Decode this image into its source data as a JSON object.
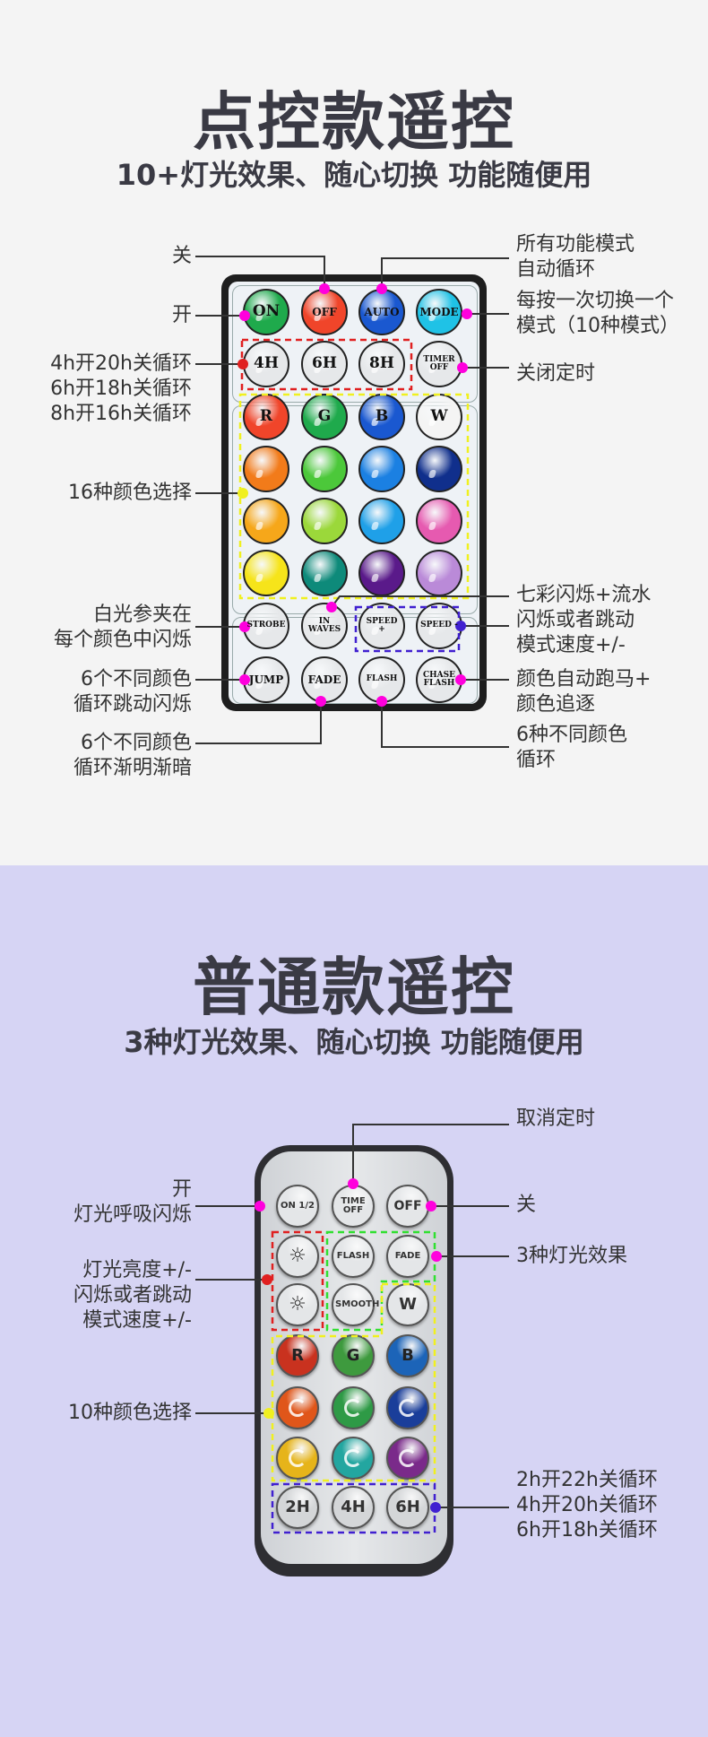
{
  "section1": {
    "title": "点控款遥控",
    "subtitle": "10+灯光效果、随心切换 功能随便用",
    "labels": {
      "off": "关",
      "on": "开",
      "timer_cycle": [
        "4h开20h关循环",
        "6h开18h关循环",
        "8h开16h关循环"
      ],
      "colors16": "16种颜色选择",
      "strobe": [
        "白光参夹在",
        "每个颜色中闪烁"
      ],
      "jump": [
        "6个不同颜色",
        "循环跳动闪烁"
      ],
      "fade": [
        "6个不同颜色",
        "循环渐明渐暗"
      ],
      "auto": [
        "所有功能模式",
        "自动循环"
      ],
      "mode": [
        "每按一次切换一个",
        "模式（10种模式）"
      ],
      "timer_off": "关闭定时",
      "waves_speed": [
        "七彩闪烁+流水",
        "闪烁或者跳动",
        "模式速度+/-"
      ],
      "chase": [
        "颜色自动跑马+",
        "颜色追逐"
      ],
      "flash": [
        "6种不同颜色",
        "循环"
      ]
    },
    "buttons": [
      {
        "label": "ON",
        "color": "#1faa4c"
      },
      {
        "label": "OFF",
        "color": "#f0452a"
      },
      {
        "label": "AUTO",
        "color": "#1a58d0"
      },
      {
        "label": "MODE",
        "color": "#1fc2e6"
      },
      {
        "label": "4H",
        "color": "#e6e8ea"
      },
      {
        "label": "6H",
        "color": "#e6e8ea"
      },
      {
        "label": "8H",
        "color": "#e6e8ea"
      },
      {
        "label": "TIMER OFF",
        "color": "#e6e8ea"
      },
      {
        "label": "R",
        "color": "#f0452a"
      },
      {
        "label": "G",
        "color": "#1faa4c"
      },
      {
        "label": "B",
        "color": "#1a58d0"
      },
      {
        "label": "W",
        "color": "#f4f4f4"
      },
      {
        "label": "",
        "color": "#f27b1a"
      },
      {
        "label": "",
        "color": "#4cc83a"
      },
      {
        "label": "",
        "color": "#1b80e2"
      },
      {
        "label": "",
        "color": "#102f8c"
      },
      {
        "label": "",
        "color": "#f6a71a"
      },
      {
        "label": "",
        "color": "#9bd83a"
      },
      {
        "label": "",
        "color": "#1fa0e8"
      },
      {
        "label": "",
        "color": "#e65ab0"
      },
      {
        "label": "",
        "color": "#f6e41a"
      },
      {
        "label": "",
        "color": "#0e8a7a"
      },
      {
        "label": "",
        "color": "#5a1a8a"
      },
      {
        "label": "",
        "color": "#ba8ad8"
      },
      {
        "label": "STROBE",
        "color": "#e6e8ea"
      },
      {
        "label": "IN WAVES",
        "color": "#e6e8ea"
      },
      {
        "label": "SPEED +",
        "color": "#e6e8ea"
      },
      {
        "label": "SPEED -",
        "color": "#e6e8ea"
      },
      {
        "label": "JUMP",
        "color": "#e6e8ea"
      },
      {
        "label": "FADE",
        "color": "#e6e8ea"
      },
      {
        "label": "FLASH",
        "color": "#e6e8ea"
      },
      {
        "label": "CHASE FLASH",
        "color": "#e6e8ea"
      }
    ]
  },
  "section2": {
    "title": "普通款遥控",
    "subtitle": "3种灯光效果、随心切换 功能随便用",
    "labels": {
      "timer_cancel": "取消定时",
      "on": [
        "开",
        "灯光呼吸闪烁"
      ],
      "off": "关",
      "brightness": [
        "灯光亮度+/-",
        "闪烁或者跳动",
        "模式速度+/-"
      ],
      "effects3": "3种灯光效果",
      "colors10": "10种颜色选择",
      "timer_cycle": [
        "2h开22h关循环",
        "4h开20h关循环",
        "6h开18h关循环"
      ]
    },
    "buttons": [
      {
        "label": "ON 1/2",
        "color": "#e4e6e8"
      },
      {
        "label": "TIME OFF",
        "color": "#e4e6e8"
      },
      {
        "label": "OFF",
        "color": "#e4e6e8"
      },
      {
        "label": "",
        "icon": "brightness-up-icon",
        "color": "#e4e6e8"
      },
      {
        "label": "FLASH",
        "color": "#e4e6e8"
      },
      {
        "label": "FADE",
        "color": "#e4e6e8"
      },
      {
        "label": "",
        "icon": "brightness-down-icon",
        "color": "#e4e6e8"
      },
      {
        "label": "SMOOTH",
        "color": "#e4e6e8"
      },
      {
        "label": "W",
        "color": "#e4e6e8"
      },
      {
        "label": "R",
        "color": "#c9321f"
      },
      {
        "label": "G",
        "color": "#3e9a3e"
      },
      {
        "label": "B",
        "color": "#1c64b8"
      },
      {
        "label": "",
        "color": "#e0561a"
      },
      {
        "label": "",
        "color": "#2e9a46"
      },
      {
        "label": "",
        "color": "#1a3e9a"
      },
      {
        "label": "",
        "color": "#e6b41a"
      },
      {
        "label": "",
        "color": "#23a6a0"
      },
      {
        "label": "",
        "color": "#7a2a8a"
      },
      {
        "label": "2H",
        "color": "#d4d6d8"
      },
      {
        "label": "4H",
        "color": "#d4d6d8"
      },
      {
        "label": "6H",
        "color": "#d4d6d8"
      }
    ]
  },
  "colors": {
    "marker": "#ff00dd",
    "red_dash": "#e02020",
    "yellow_dash": "#f0f020",
    "purple_dash": "#4020d0",
    "green_dash": "#30e030"
  }
}
